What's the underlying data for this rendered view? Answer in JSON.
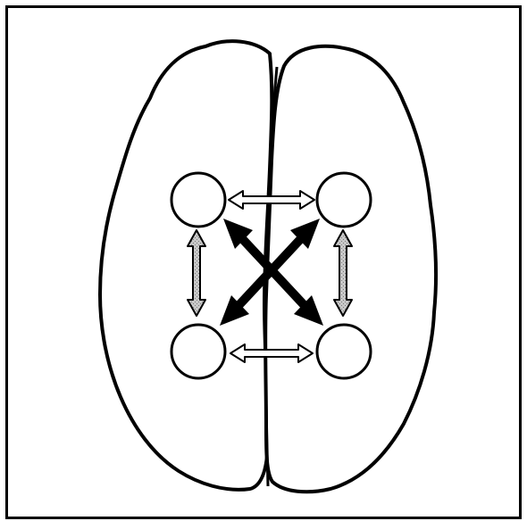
{
  "figure": {
    "icon": "brain-top-view",
    "nodes": [
      {
        "id": "left-front",
        "label": ""
      },
      {
        "id": "right-front",
        "label": ""
      },
      {
        "id": "left-back",
        "label": ""
      },
      {
        "id": "right-back",
        "label": ""
      }
    ],
    "connections": [
      {
        "from": "left-front",
        "to": "right-front",
        "style": "hollow-double-arrow"
      },
      {
        "from": "left-back",
        "to": "right-back",
        "style": "hollow-double-arrow"
      },
      {
        "from": "left-front",
        "to": "left-back",
        "style": "gray-double-arrow"
      },
      {
        "from": "right-front",
        "to": "right-back",
        "style": "gray-double-arrow"
      },
      {
        "from": "left-front",
        "to": "right-back",
        "style": "black-double-arrow"
      },
      {
        "from": "right-front",
        "to": "left-back",
        "style": "black-double-arrow"
      }
    ],
    "colors": {
      "outline": "#000000",
      "background": "#ffffff",
      "hollow_arrow_fill": "#ffffff",
      "gray_arrow_fill": "#b8b8b8",
      "black_arrow_fill": "#000000"
    }
  }
}
